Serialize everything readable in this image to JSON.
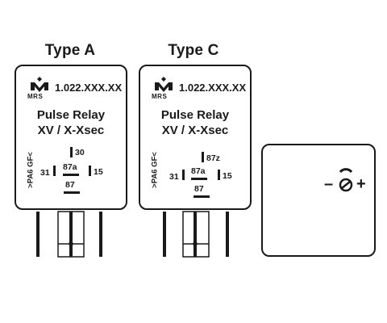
{
  "headings": {
    "type_a": "Type A",
    "type_c": "Type C"
  },
  "relay_a": {
    "logo": "MRS",
    "part_number": "1.022.XXX.XX",
    "title_line1": "Pulse Relay",
    "title_line2": "XV / X-Xsec",
    "material": ">PA6 GF<",
    "pins": {
      "top": "30",
      "middle": "87a",
      "left": "31",
      "right": "15",
      "bottom": "87"
    }
  },
  "relay_c": {
    "logo": "MRS",
    "part_number": "1.022.XXX.XX",
    "title_line1": "Pulse Relay",
    "title_line2": "XV / X-Xsec",
    "material": ">PA6 GF<",
    "pins": {
      "top": "87z",
      "middle": "87a",
      "left": "31",
      "right": "15",
      "bottom": "87"
    }
  },
  "adjust_panel": {
    "minus": "–",
    "plus": "+",
    "icon": "potentiometer-icon"
  },
  "colors": {
    "stroke": "#1a1a1a",
    "background": "#ffffff"
  }
}
